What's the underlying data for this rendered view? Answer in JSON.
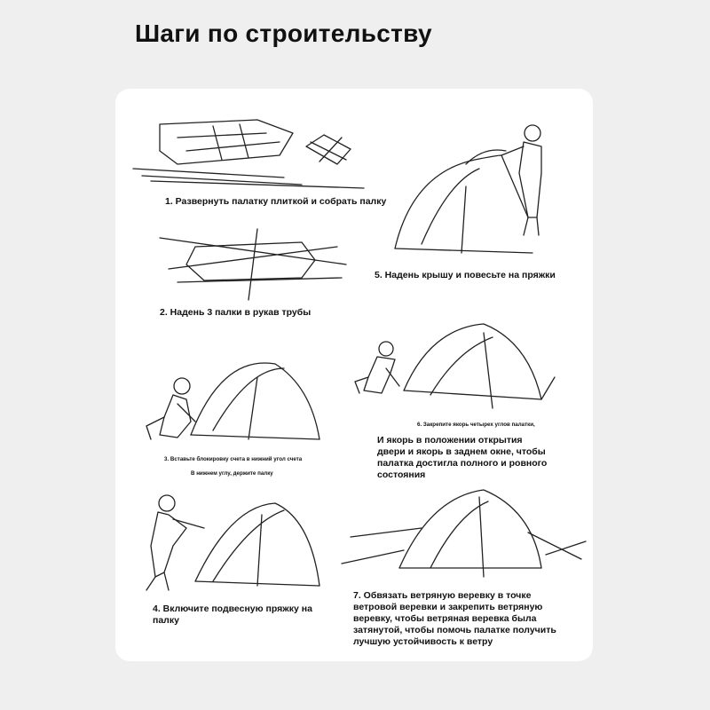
{
  "header": {
    "title": "Шаги по строительству"
  },
  "steps": {
    "s1": "1. Развернуть палатку плиткой и собрать палку",
    "s2": "2. Надень 3 палки в рукав трубы",
    "s3a": "3. Вставьте блокировку счета в нижний угол счета",
    "s3b": "В нижнем углу, держите палку",
    "s4": "4. Включите подвесную пряжку на палку",
    "s5": "5. Надень крышу и повесьте на пряжки",
    "s6a": "6. Закрепите якорь четырех углов палатки,",
    "s6b": "И якорь в положении открытия двери и якорь в заднем окне, чтобы палатка достигла полного и ровного состояния",
    "s7": "7. Обвязать ветряную веревку в точке ветровой веревки и закрепить ветряную веревку, чтобы ветряная веревка была затянутой, чтобы помочь палатке получить лучшую устойчивость к ветру"
  }
}
